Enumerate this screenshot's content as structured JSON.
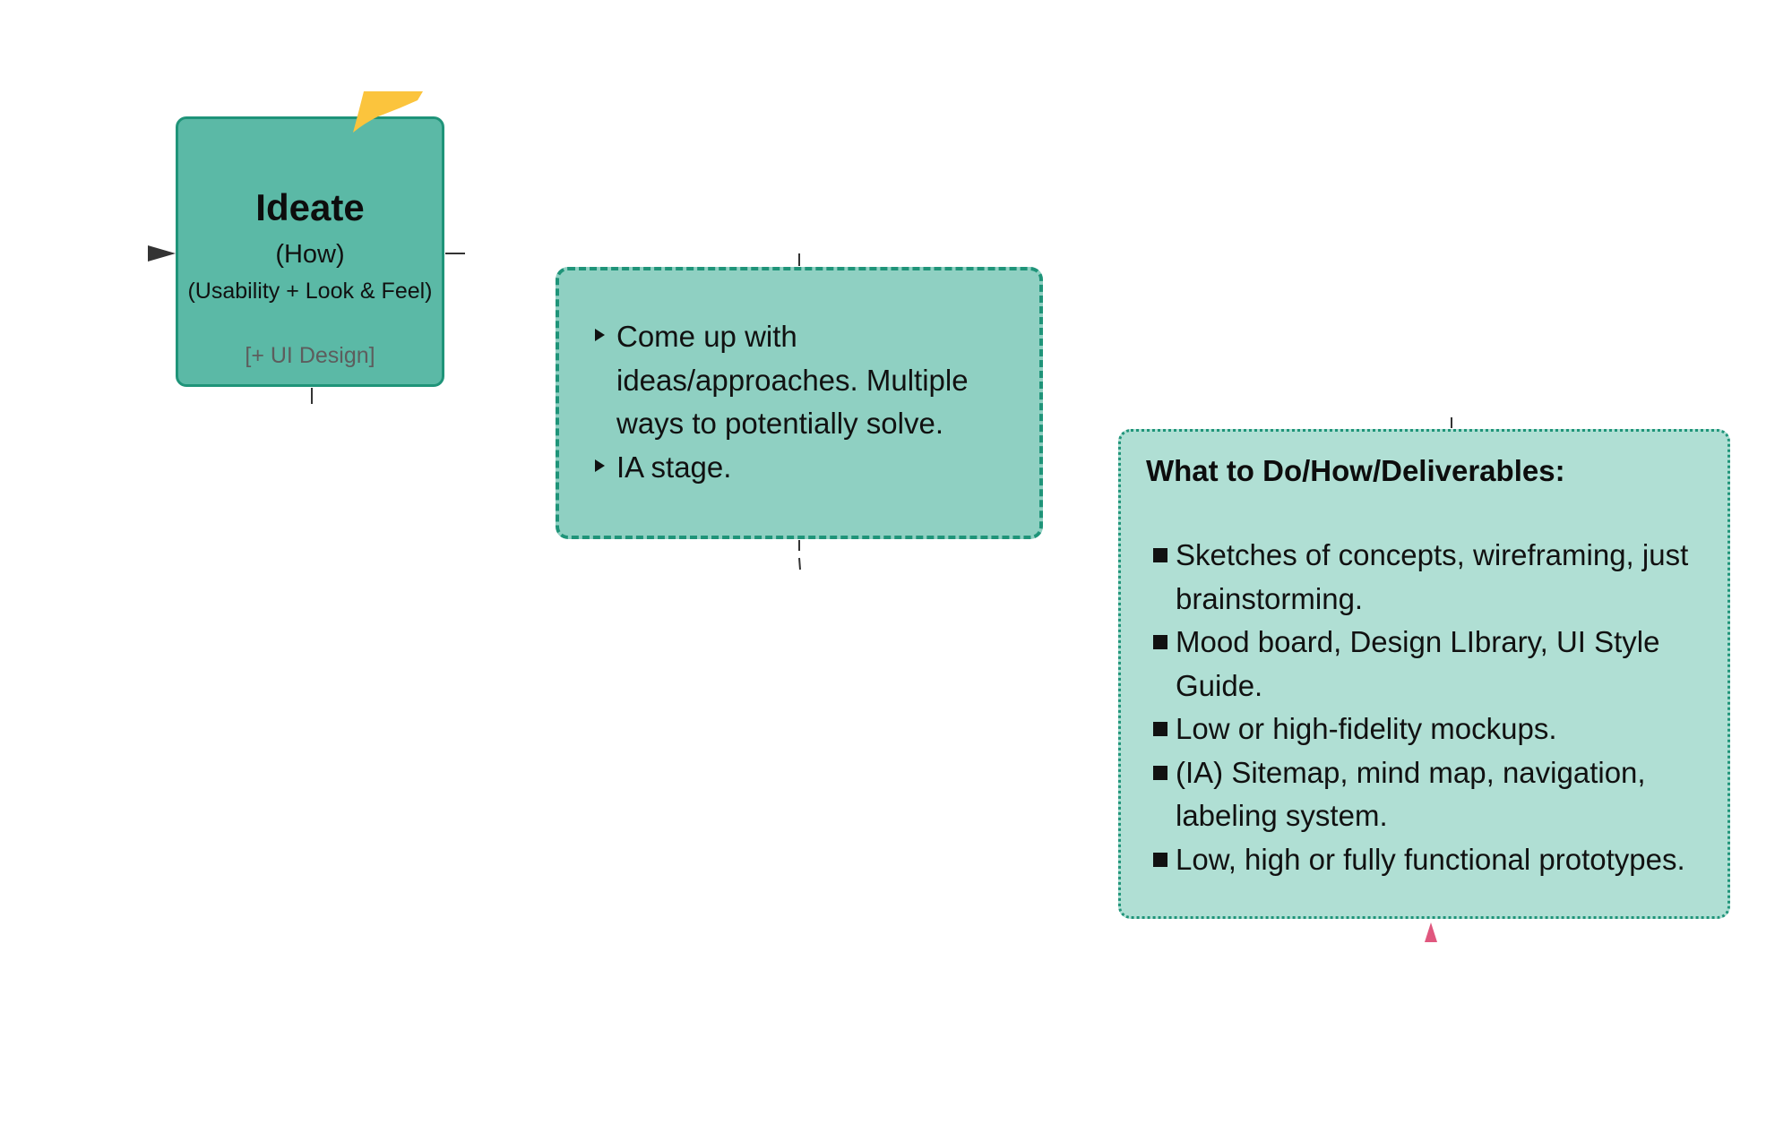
{
  "diagram": {
    "ideate_node": {
      "title": "Ideate",
      "subtitle": "(How)",
      "detail": "(Usability + Look & Feel)",
      "note": "[+ UI Design]",
      "fill_color": "#5bb9a6",
      "border_color": "#1f9479",
      "tab_color": "#fbc43d"
    },
    "ideas_box": {
      "items": [
        "Come up with ideas/approaches. Multiple ways to potentially solve.",
        "IA stage."
      ],
      "fill_color": "#8fd0c2",
      "border_color": "#1f9479"
    },
    "deliverables_box": {
      "heading": "What to Do/How/Deliverables:",
      "items": [
        "Sketches of concepts, wireframing, just brainstorming.",
        "Mood board, Design LIbrary, UI Style Guide.",
        "Low or high-fidelity mockups.",
        "(IA) Sitemap, mind map, navigation, labeling system.",
        "Low, high or fully functional prototypes."
      ],
      "fill_color": "#b0dfd4",
      "border_color": "#1f9479"
    },
    "connector_colors": {
      "line": "#333333",
      "incoming_arrow": "#333333",
      "pink_arrow": "#e0577e"
    }
  }
}
